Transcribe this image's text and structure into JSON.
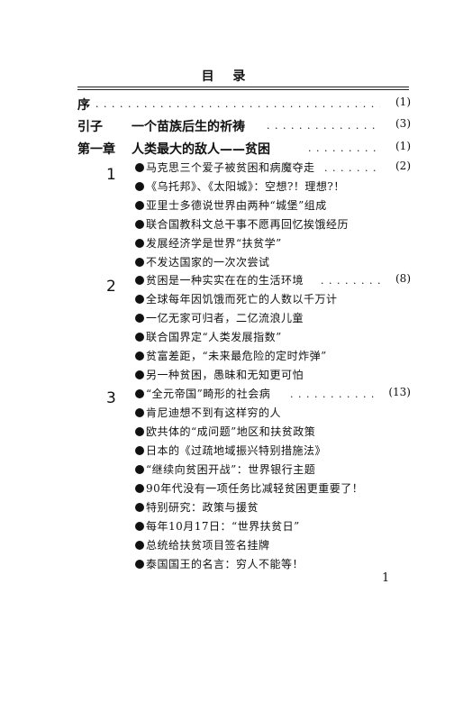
{
  "title": "目 录",
  "entries": [
    {
      "label": "序",
      "text": "",
      "page": "(1)"
    },
    {
      "label": "引子",
      "text": "一个苗族后生的祈祷",
      "page": "(3)"
    },
    {
      "label": "第一章",
      "text": "人类最大的敌人——贫困",
      "page": "(1)"
    }
  ],
  "sections": [
    "1",
    "2",
    "3"
  ],
  "items": [
    {
      "text": "马克思三个爱子被贫困和病魔夺走",
      "page": "(2)"
    },
    {
      "text": "《乌托邦》、《太阳城》：空想?！理想?！",
      "page": ""
    },
    {
      "text": "亚里士多德说世界由两种“城堡”组成",
      "page": ""
    },
    {
      "text": "联合国教科文总干事不愿再回忆挨饿经历",
      "page": ""
    },
    {
      "text": "发展经济学是世界“扶贫学”",
      "page": ""
    },
    {
      "text": "不发达国家的一次次尝试",
      "page": ""
    },
    {
      "text": "贫困是一种实实在在的生活环境",
      "page": "(8)"
    },
    {
      "text": "全球每年因饥饿而死亡的人数以千万计",
      "page": ""
    },
    {
      "text": "一亿无家可归者，二亿流浪儿童",
      "page": ""
    },
    {
      "text": "联合国界定“人类发展指数”",
      "page": ""
    },
    {
      "text": "贫富差距，“未来最危险的定时炸弹”",
      "page": ""
    },
    {
      "text": "另一种贫困，愚昧和无知更可怕",
      "page": ""
    },
    {
      "text": "“全元帝国”畸形的社会病",
      "page": "(13)"
    },
    {
      "text": "肯尼迪想不到有这样穷的人",
      "page": ""
    },
    {
      "text": "欧共体的“成问题”地区和扶贫政策",
      "page": ""
    },
    {
      "text": "日本的《过疏地域振兴特别措施法》",
      "page": ""
    },
    {
      "text": "“继续向贫困开战”：世界银行主题",
      "page": ""
    },
    {
      "text": "90年代没有一项任务比减轻贫困更重要了！",
      "page": ""
    },
    {
      "text": "特别研究：政策与援贫",
      "page": ""
    },
    {
      "text": "每年10月17日：“世界扶贫日”",
      "page": ""
    },
    {
      "text": "总统给扶贫项目签名挂牌",
      "page": ""
    },
    {
      "text": "泰国国王的名言：穷人不能等！",
      "page": ""
    }
  ],
  "folio": "1"
}
